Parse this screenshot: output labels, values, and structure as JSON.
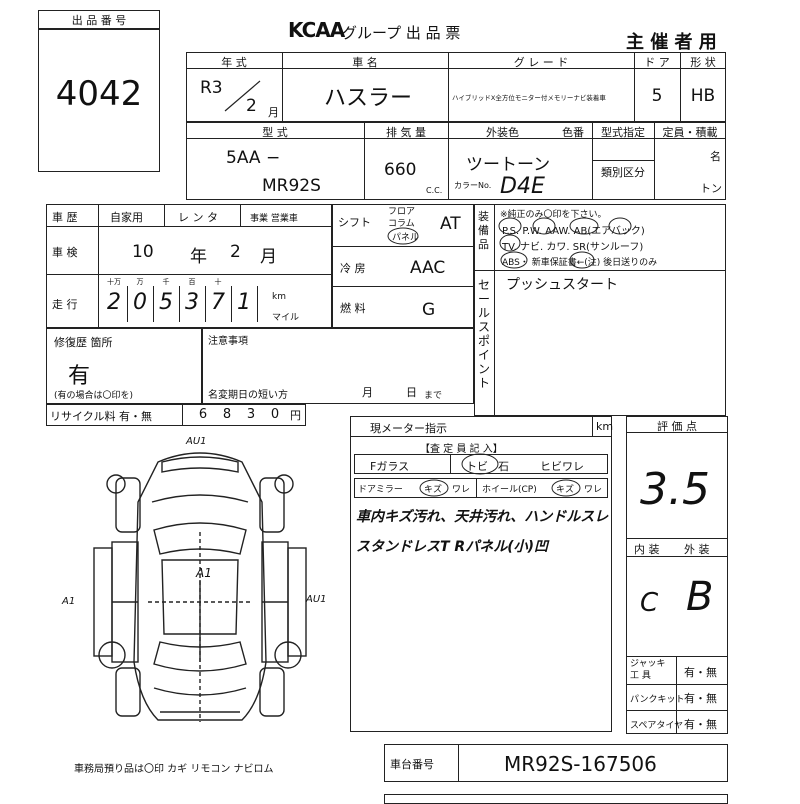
{
  "lot": {
    "label": "出 品 番 号",
    "number": "4042"
  },
  "header": {
    "brand": "KCAA",
    "title": "グループ 出 品 票",
    "organizer": "主 催 者 用"
  },
  "row1": {
    "year_label": "年 式",
    "name_label": "車 名",
    "grade_label": "グ レ ー ド",
    "door_label": "ド ア",
    "shape_label": "形 状",
    "era": "R3",
    "month": "2",
    "month_unit": "月",
    "name": "ハスラー",
    "grade": "ハイブリッドX全方位モニター付メモリーナビ装着車",
    "doors": "5",
    "shape": "HB"
  },
  "row2": {
    "model_label": "型 式",
    "disp_label": "排 気 量",
    "color_label": "外装色",
    "color_no_label": "色番",
    "type_label": "型式指定",
    "class_label": "類別区分",
    "cap_label": "定員・積載",
    "cap_unit1": "名",
    "cap_unit2": "トン",
    "model1": "5AA −",
    "model2": "MR92S",
    "disp": "660",
    "cc": "C.C.",
    "color": "ツートーン",
    "color_no_label2": "カラーNo.",
    "color_no": "D4E"
  },
  "history": {
    "label": "車 歴",
    "options": [
      "自家用",
      "レ ン タ",
      "事業 営業車"
    ],
    "inspection_label": "車 検",
    "ins_year": "10",
    "year_unit": "年",
    "ins_month": "2",
    "month_unit": "月",
    "mileage_label": "走 行",
    "mileage_digits": [
      "2",
      "0",
      "5",
      "3",
      "7",
      "1"
    ],
    "digit_heads": [
      "十万",
      "万",
      "千",
      "百",
      "十",
      ""
    ],
    "km": "km",
    "mile": "マイル"
  },
  "specs": {
    "shift_label": "シフト",
    "floor": "フロア",
    "column": "コラム",
    "panel": "パネル",
    "shift": "AT",
    "ac_label": "冷 房",
    "ac": "AAC",
    "fuel_label": "燃 料",
    "fuel": "G"
  },
  "equipment": {
    "label": "装 備 品",
    "note": "※純正のみ〇印を下さい。",
    "line1": "P.S.  P.W.  AAW.  AB(エアバック)",
    "line2": "TV.  ナビ.  カワ.  SR(サンルーフ)",
    "line3": "ABS・  新車保証書←(注) 後日送りのみ",
    "extra": "プッシュスタート"
  },
  "sales_point": "セールスポイント",
  "repair": {
    "label": "修復歴 箇所",
    "value": "有",
    "note": "(有の場合は〇印を)"
  },
  "notes": {
    "label": "注意事項",
    "transfer": "名変期日の短い方",
    "month": "月",
    "day": "日",
    "until": "まで"
  },
  "recycle": {
    "label": "リサイクル料 有・無",
    "digits": [
      "6",
      "8",
      "3",
      "0"
    ],
    "unit": "円"
  },
  "meter": {
    "label": "現メーター指示",
    "unit": "km"
  },
  "inspector": {
    "label": "【査 定 員 記 入】",
    "fglass": "Fガラス",
    "tobi": "トビ",
    "ishi": "石",
    "hibi": "ヒビワレ",
    "mirror": "ドアミラー",
    "kizu1": "キズ",
    "ware1": "ワレ",
    "wheel": "ホイール(CP)",
    "kizu2": "キズ",
    "ware2": "ワレ",
    "comment1": "車内キズ汚れ、天井汚れ、ハンドルスレ",
    "comment2": "スタンドレスT  Rパネル(小)凹"
  },
  "score": {
    "label": "評 価 点",
    "value": "3.5",
    "int_label": "内 装",
    "ext_label": "外 装",
    "interior": "C",
    "exterior": "B"
  },
  "tools": {
    "jack": "ジャッキ 工 具",
    "jack_val": "有・無",
    "puncture": "パンクキット",
    "puncture_val": "有・無",
    "spare": "スペアタイヤ",
    "spare_val": "有・無"
  },
  "damage": {
    "front": "AU1",
    "center": "A1",
    "left": "A1",
    "right": "AU1"
  },
  "footer": {
    "note": "車務局預り品は〇印  カギ  リモコン  ナビロム",
    "chassis_label": "車台番号",
    "chassis": "MR92S-167506"
  }
}
